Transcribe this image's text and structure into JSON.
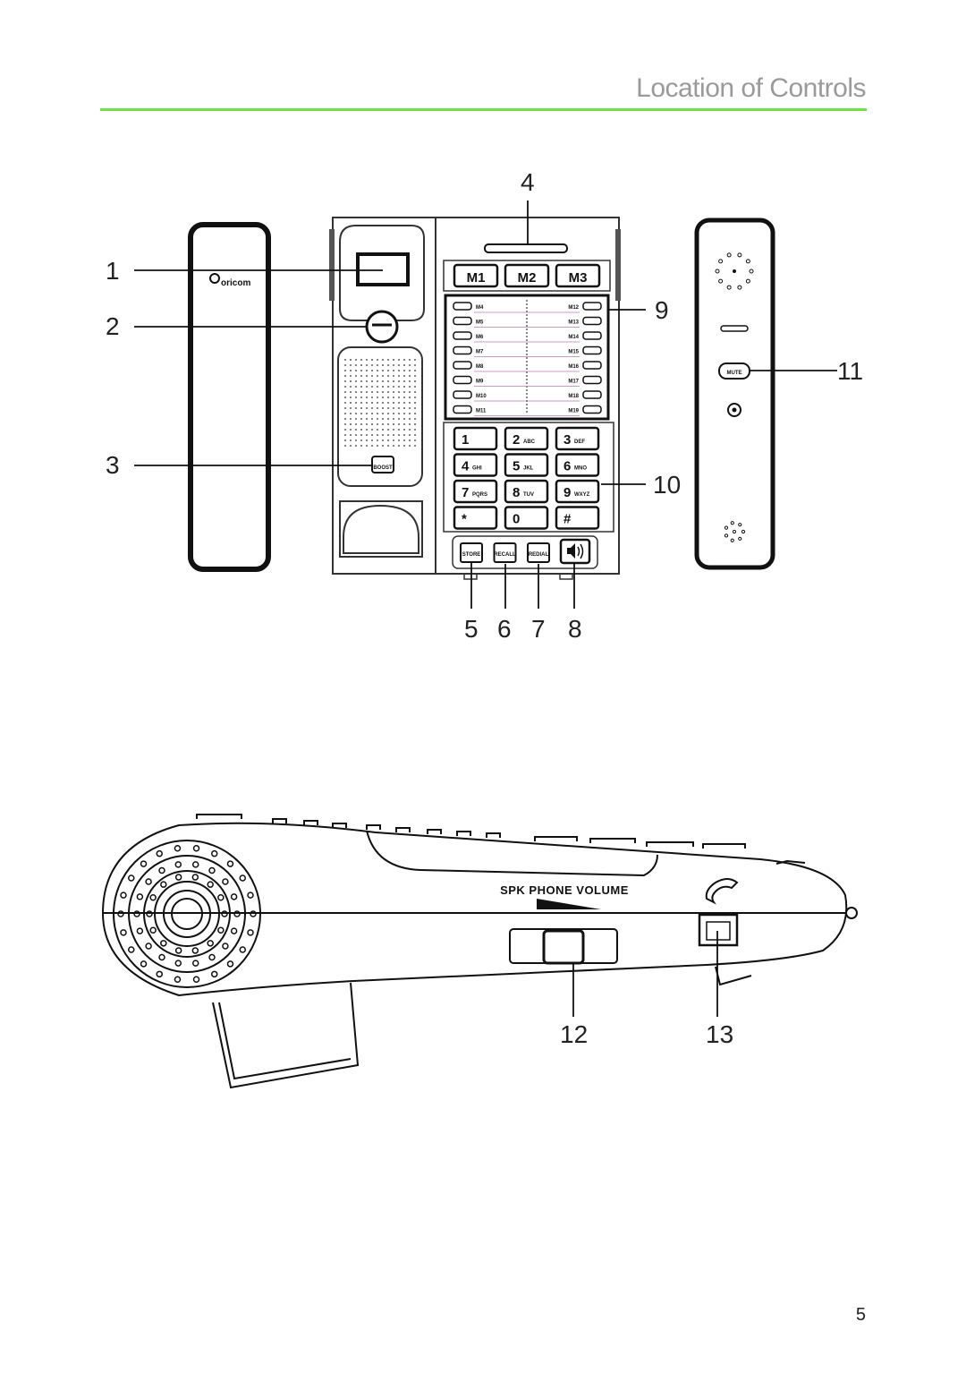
{
  "header": {
    "title": "Location of Controls"
  },
  "page_number": "5",
  "brand": "oricom",
  "callouts": [
    "1",
    "2",
    "3",
    "4",
    "5",
    "6",
    "7",
    "8",
    "9",
    "10",
    "11",
    "12",
    "13"
  ],
  "memory_keys_top": [
    "M1",
    "M2",
    "M3"
  ],
  "memory_keys_left": [
    "M4",
    "M5",
    "M6",
    "M7",
    "M8",
    "M9",
    "M10",
    "M11"
  ],
  "memory_keys_right": [
    "M12",
    "M13",
    "M14",
    "M15",
    "M16",
    "M17",
    "M18",
    "M19"
  ],
  "keypad": [
    {
      "digit": "1",
      "letters": ""
    },
    {
      "digit": "2",
      "letters": "ABC"
    },
    {
      "digit": "3",
      "letters": "DEF"
    },
    {
      "digit": "4",
      "letters": "GHI"
    },
    {
      "digit": "5",
      "letters": "JKL"
    },
    {
      "digit": "6",
      "letters": "MNO"
    },
    {
      "digit": "7",
      "letters": "PQRS"
    },
    {
      "digit": "8",
      "letters": "TUV"
    },
    {
      "digit": "9",
      "letters": "WXYZ"
    },
    {
      "digit": "*",
      "letters": ""
    },
    {
      "digit": "0",
      "letters": ""
    },
    {
      "digit": "#",
      "letters": ""
    }
  ],
  "function_keys": [
    "STORE",
    "RECALL",
    "REDIAL"
  ],
  "boost_label": "BOOST",
  "mute_label": "MUTE",
  "side_label": "SPK PHONE VOLUME",
  "speaker_icon": "speaker-icon",
  "handset_icon": "handset-icon"
}
